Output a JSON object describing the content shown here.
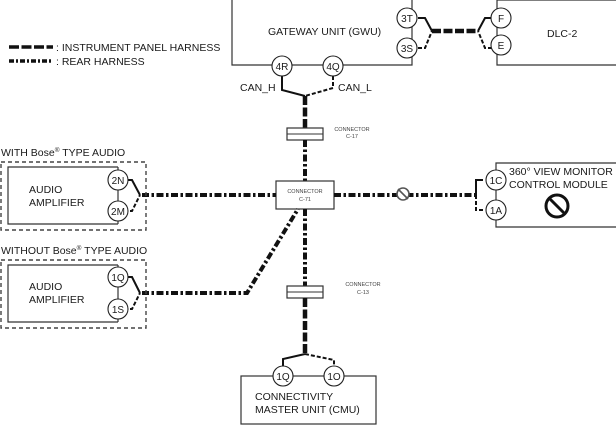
{
  "legend": {
    "instrument_panel": ": INSTRUMENT PANEL HARNESS",
    "rear": ": REAR HARNESS"
  },
  "modules": {
    "gwu": {
      "label": "GATEWAY UNIT (GWU)",
      "pins": [
        "3T",
        "3S",
        "4R",
        "4Q"
      ]
    },
    "dlc": {
      "label": "DLC-2",
      "pins": [
        "F",
        "E"
      ]
    },
    "view_monitor": {
      "line1": "360° VIEW MONITOR",
      "line2": "CONTROL MODULE",
      "pins": [
        "1C",
        "1A"
      ],
      "status_icon": "prohibited-icon"
    },
    "amp_bose": {
      "group_label_pre": "WITH Bose",
      "group_label_post": " TYPE AUDIO",
      "reg": "®",
      "line1": "AUDIO",
      "line2": "AMPLIFIER",
      "pins": [
        "2N",
        "2M"
      ]
    },
    "amp_nobose": {
      "group_label_pre": "WITHOUT Bose",
      "group_label_post": " TYPE AUDIO",
      "reg": "®",
      "line1": "AUDIO",
      "line2": "AMPLIFIER",
      "pins": [
        "1Q",
        "1S"
      ]
    },
    "cmu": {
      "line1": "CONNECTIVITY",
      "line2": "MASTER UNIT (CMU)",
      "pins": [
        "1Q",
        "1O"
      ]
    }
  },
  "signals": {
    "can_h": "CAN_H",
    "can_l": "CAN_L"
  },
  "connectors": {
    "c17": {
      "line1": "CONNECTOR",
      "line2": "C-17"
    },
    "c71": {
      "line1": "CONNECTOR",
      "line2": "C-71"
    },
    "c13": {
      "line1": "CONNECTOR",
      "line2": "C-13"
    }
  },
  "colors": {
    "line": "#111111",
    "box_stroke": "#333333"
  }
}
